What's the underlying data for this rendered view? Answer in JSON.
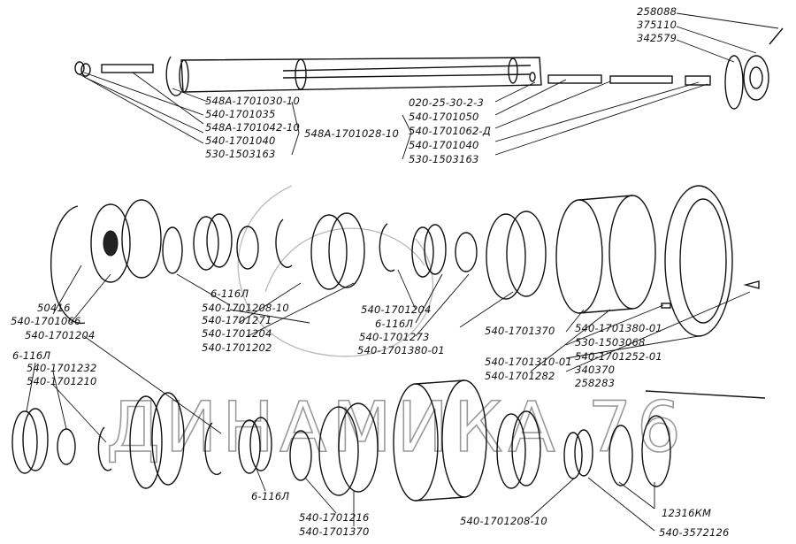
{
  "diagram": {
    "watermark": "ДИНАМИКА 76",
    "labels": [
      "258088",
      "375110",
      "342579",
      "548А-1701030-10",
      "540-1701035",
      "548А-1701042-10",
      "540-1701040",
      "530-1503163",
      "548А-1701028-10",
      "020-25-30-2-3",
      "540-1701050",
      "540-1701062-Д",
      "540-1701040",
      "530-1503163",
      "50416",
      "540-1701066",
      "540-1701204",
      "6-116Л",
      "540-1701208-10",
      "540-1701271",
      "540-1701204",
      "540-1701202",
      "540-1701204",
      "6-116Л",
      "540-1701273",
      "540-1701380-01",
      "540-1701370",
      "540-1701380-01",
      "530-1503068",
      "540-1701252-01",
      "340370",
      "258283",
      "540-1701310-01",
      "540-1701282",
      "6-116Л",
      "540-1701232",
      "540-1701210",
      "6-116Л",
      "540-1701216",
      "540-1701370",
      "540-1701208-10",
      "12316КМ",
      "540-3572126"
    ]
  }
}
